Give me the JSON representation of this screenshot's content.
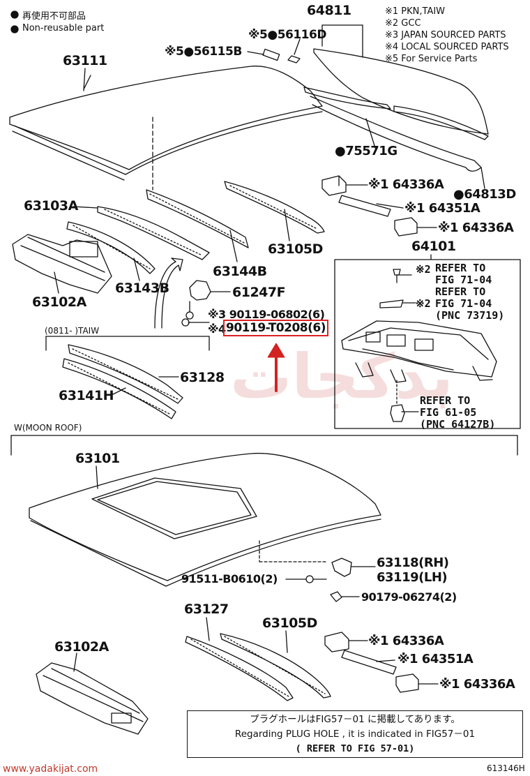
{
  "legend": {
    "non_reusable_jp": "再使用不可部品",
    "non_reusable_en": "Non-reusable part"
  },
  "notes": {
    "n1": "※1 PKN,TAIW",
    "n2": "※2 GCC",
    "n3": "※3 JAPAN SOURCED PARTS",
    "n4": "※4 LOCAL SOURCED PARTS",
    "n5": "※5 For Service Parts"
  },
  "parts": {
    "p64811": "64811",
    "p56116D": "※5●56116D",
    "p56115B": "※5●56115B",
    "p63111": "63111",
    "p75571G": "●75571G",
    "p64336A_1": "※1 64336A",
    "p64813D": "●64813D",
    "p64351A_1": "※1 64351A",
    "p64336A_2": "※1 64336A",
    "p63103A": "63103A",
    "p63105D_1": "63105D",
    "p64101": "64101",
    "p63144B": "63144B",
    "p63143B": "63143B",
    "p61247F": "61247F",
    "p63102A_1": "63102A",
    "p90119_06802": "※3 90119-06802(6)",
    "p90119_T0208_prefix": "※4",
    "p90119_T0208": "90119-T0208(6)",
    "p63128": "63128",
    "p63141H": "63141H",
    "p63101": "63101",
    "p63118": "63118(RH)",
    "p63119": "63119(LH)",
    "p91511": "91511-B0610(2)",
    "p90179": "90179-06274(2)",
    "p63127": "63127",
    "p63105D_2": "63105D",
    "p63102A_2": "63102A",
    "p64336A_3": "※1 64336A",
    "p64351A_2": "※1 64351A",
    "p64336A_4": "※1 64336A"
  },
  "refs": {
    "r1_line1": "REFER TO",
    "r1_line2": "FIG 71-04",
    "r1_mark": "※2",
    "r2_line1": "REFER TO",
    "r2_line2": "FIG 71-04",
    "r2_line3": "(PNC 73719)",
    "r2_mark": "※2",
    "r3_line1": "REFER TO",
    "r3_line2": "FIG 61-05",
    "r3_line3": "(PNC 64127B)"
  },
  "sections": {
    "taiw_bracket": "(0811-    )TAIW",
    "moon_roof": "W(MOON ROOF)"
  },
  "note_box": {
    "jp": "プラグホールはFIG57－01 に掲載してあります。",
    "en": "Regarding  PLUG HOLE , it is indicated in FIG57－01",
    "ref": "(   REFER TO FIG 57-01)"
  },
  "footer": {
    "website": "www.yadakijat.com",
    "fig_id": "613146H"
  },
  "colors": {
    "highlight": "#d22222",
    "watermark": "#e3a0a0"
  }
}
